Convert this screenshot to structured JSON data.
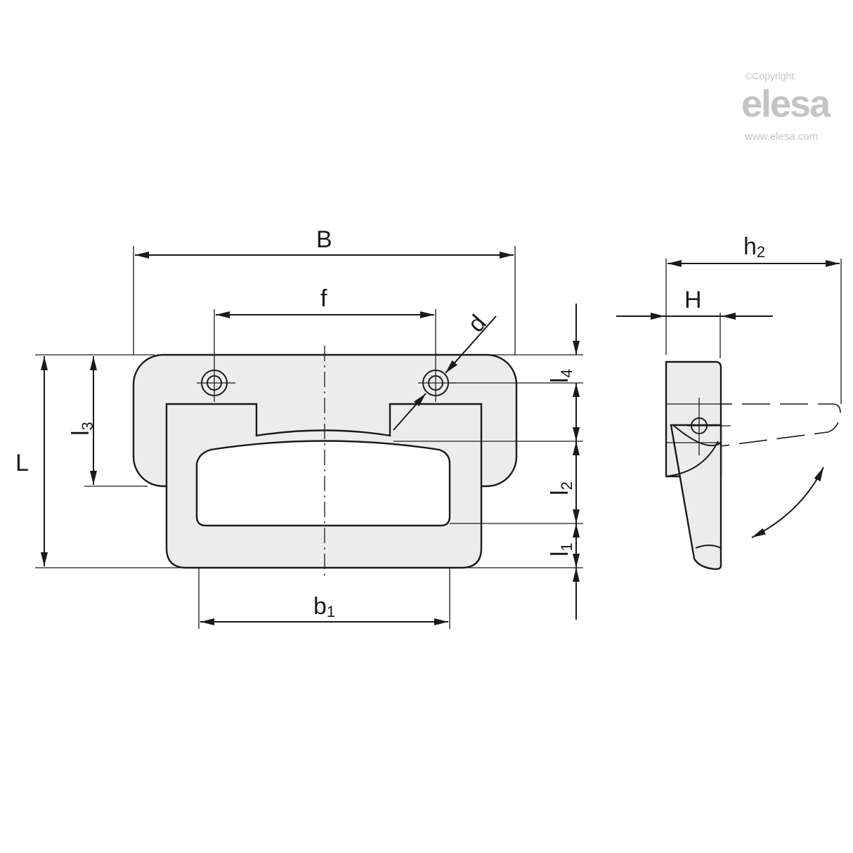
{
  "logo": {
    "copyright": "©Copyright",
    "brand": "elesa",
    "url": "www.elesa.com",
    "color": "#c4c4c4"
  },
  "dimensions": {
    "B": {
      "main": "B",
      "sub": ""
    },
    "f": {
      "main": "f",
      "sub": ""
    },
    "d": {
      "main": "d",
      "sub": ""
    },
    "l4": {
      "main": "l",
      "sub": "4"
    },
    "l3": {
      "main": "l",
      "sub": "3"
    },
    "L": {
      "main": "L",
      "sub": ""
    },
    "l2": {
      "main": "l",
      "sub": "2"
    },
    "l1": {
      "main": "l",
      "sub": "1"
    },
    "b1": {
      "main": "b",
      "sub": "1"
    },
    "h2": {
      "main": "h",
      "sub": "2"
    },
    "H": {
      "main": "H",
      "sub": ""
    }
  },
  "colors": {
    "line": "#1a1a1a",
    "part_fill": "#ececec"
  }
}
